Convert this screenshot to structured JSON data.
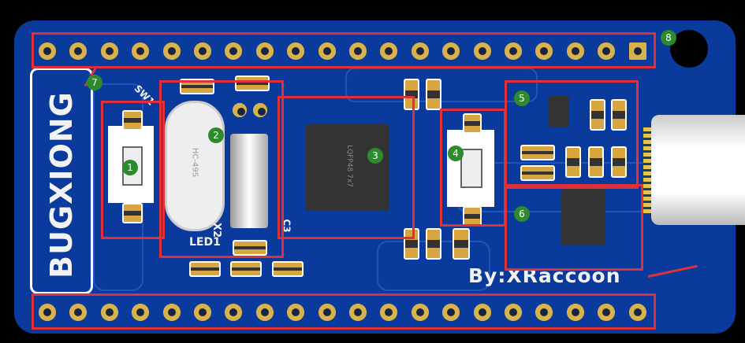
{
  "board": {
    "brand_label": "BUGXIONG",
    "author_label": "By:XRaccoon",
    "silkscreen": {
      "sw1": "SW1",
      "crystal": "HC-49S",
      "x2": "X2",
      "led": "LED1",
      "c3": "C3",
      "mcu_package": "LQFP48 7x7"
    },
    "pin_count_per_row": 20
  },
  "annotations": [
    "1",
    "2",
    "3",
    "4",
    "5",
    "6",
    "7",
    "8"
  ],
  "colors": {
    "board": "#0a3a9c",
    "highlight": "#e0303a",
    "marker": "#2d8a2d",
    "pad": "#d8b24a"
  }
}
